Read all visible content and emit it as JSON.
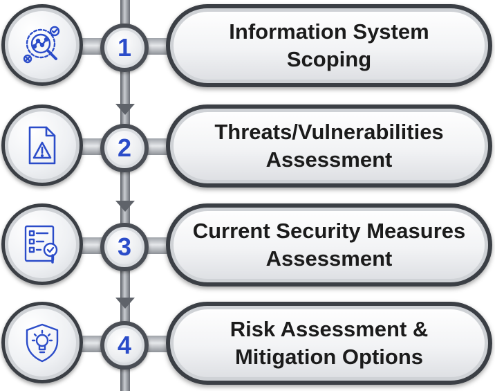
{
  "colors": {
    "accent": "#2b4cc9",
    "dark_border": "#3b3f45",
    "text": "#1b1b1b"
  },
  "steps": [
    {
      "number": "1",
      "line1": "Information System",
      "line2": "Scoping",
      "icon": "scoping-analysis-icon"
    },
    {
      "number": "2",
      "line1": "Threats/Vulnerabilities",
      "line2": "Assessment",
      "icon": "warning-document-icon"
    },
    {
      "number": "3",
      "line1": "Current Security Measures",
      "line2": "Assessment",
      "icon": "checklist-inspection-icon"
    },
    {
      "number": "4",
      "line1": "Risk Assessment &",
      "line2": "Mitigation Options",
      "icon": "shield-lightbulb-icon"
    }
  ]
}
